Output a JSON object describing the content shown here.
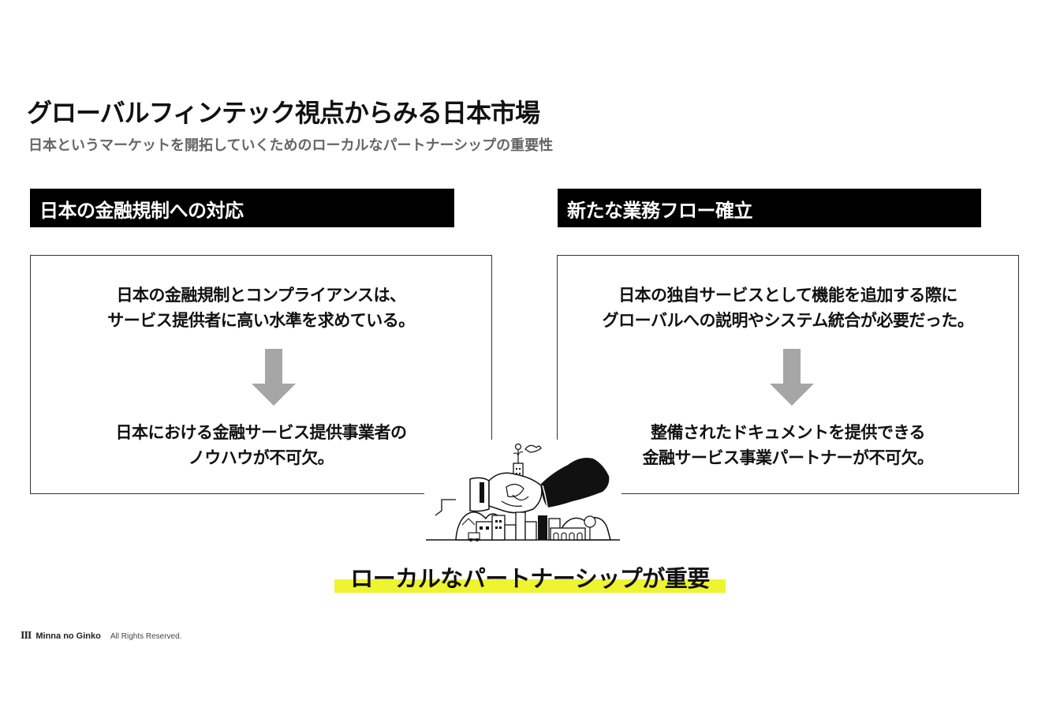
{
  "header": {
    "title": "グローバルフィンテック視点からみる日本市場",
    "subtitle": "日本というマーケットを開拓していくためのローカルなパートナーシップの重要性"
  },
  "sections": [
    {
      "heading": "日本の金融規制への対応",
      "top_text": [
        "日本の金融規制とコンプライアンスは、",
        "サービス提供者に高い水準を求めている。"
      ],
      "bottom_text": [
        "日本における金融サービス提供事業者の",
        "ノウハウが不可欠。"
      ]
    },
    {
      "heading": "新たな業務フロー確立",
      "top_text": [
        "日本の独自サービスとして機能を追加する際に",
        "グローバルへの説明やシステム統合が必要だった。"
      ],
      "bottom_text": [
        "整備されたドキュメントを提供できる",
        "金融サービス事業パートナーが不可欠。"
      ]
    }
  ],
  "conclusion": "ローカルなパートナーシップが重要",
  "footer": {
    "logo_mark": "III",
    "brand": "Minna no Ginko",
    "copyright": "All Rights Reserved."
  },
  "colors": {
    "heading_bg": "#000000",
    "arrow": "#a6a6a6",
    "highlight": "#eef430"
  },
  "icons": {
    "arrow": "down-arrow-icon",
    "illustration": "handshake-city-illustration"
  }
}
